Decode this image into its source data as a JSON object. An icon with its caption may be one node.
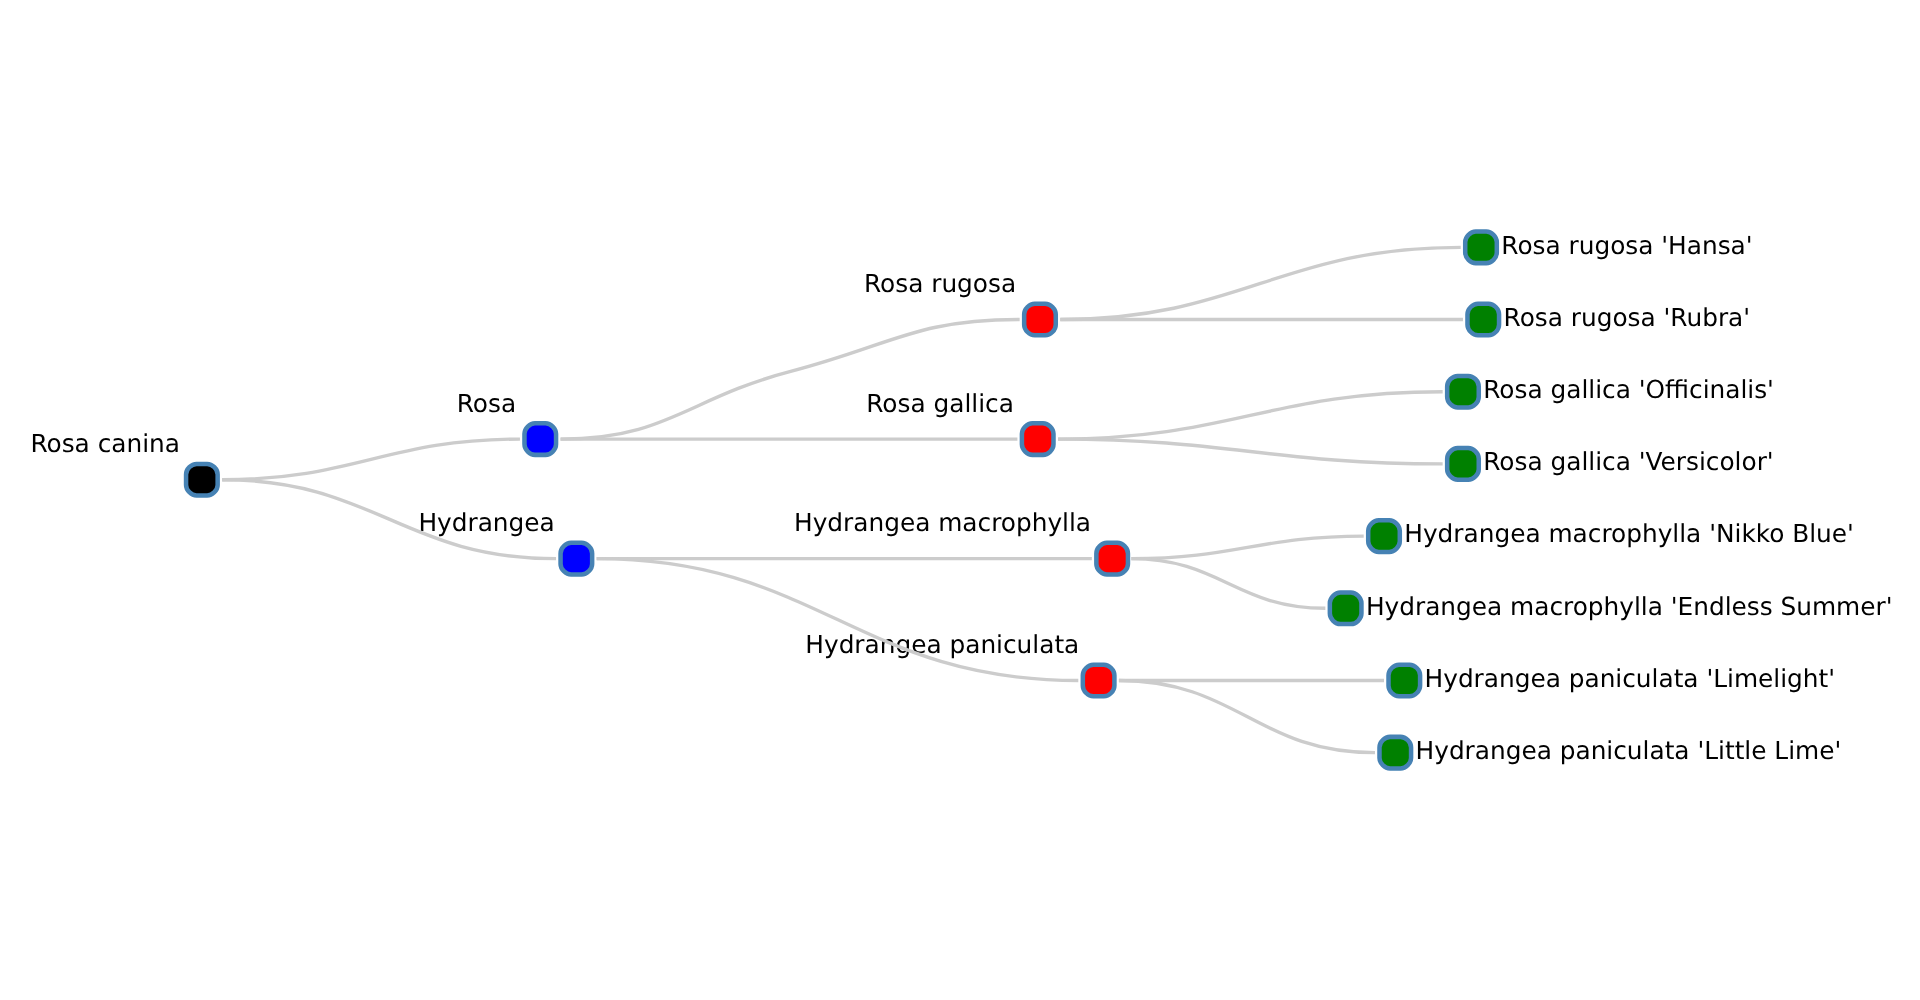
{
  "diagram": {
    "nodes": [
      {
        "text": [],
        "shape": "circle",
        "beside": [
          "Rosa canina"
        ]
      },
      {
        "text": [],
        "shape": "circle",
        "beside": [
          "Rosa"
        ]
      },
      {
        "text": [],
        "shape": "circle",
        "beside": [
          "Rosa rugosa"
        ]
      },
      {
        "text": [],
        "shape": "circle",
        "beside": [
          "Rosa rugosa 'Hansa'"
        ]
      },
      {
        "text": [],
        "shape": "circle",
        "beside": [
          "Rosa rugosa 'Rubra'"
        ]
      },
      {
        "text": [],
        "shape": "circle",
        "beside": [
          "Rosa gallica"
        ]
      },
      {
        "text": [],
        "shape": "circle",
        "beside": [
          "Rosa gallica 'Officinalis'"
        ]
      },
      {
        "text": [],
        "shape": "circle",
        "beside": [
          "Rosa gallica 'Versicolor'"
        ]
      },
      {
        "text": [],
        "shape": "circle",
        "beside": [
          "Hydrangea"
        ]
      },
      {
        "text": [],
        "shape": "circle",
        "beside": [
          "Hydrangea macrophylla"
        ]
      },
      {
        "text": [],
        "shape": "circle",
        "beside": [
          "Hydrangea macrophylla 'Nikko Blue'"
        ]
      },
      {
        "text": [],
        "shape": "circle",
        "beside": [
          "Hydrangea macrophylla 'Endless Summer'"
        ]
      },
      {
        "text": [],
        "shape": "circle",
        "beside": [
          "Hydrangea paniculata"
        ]
      },
      {
        "text": [],
        "shape": "circle",
        "beside": [
          "Hydrangea paniculata 'Limelight'"
        ]
      },
      {
        "text": [],
        "shape": "circle",
        "beside": [
          "Hydrangea paniculata 'Little Lime'"
        ]
      }
    ],
    "edges": [
      {
        "from": 0,
        "to": 1,
        "arrow": "none"
      },
      {
        "from": 1,
        "to": 2,
        "arrow": "none"
      },
      {
        "from": 2,
        "to": 3,
        "arrow": "none"
      },
      {
        "from": 2,
        "to": 4,
        "arrow": "none"
      },
      {
        "from": 1,
        "to": 5,
        "arrow": "none"
      },
      {
        "from": 5,
        "to": 6,
        "arrow": "none"
      },
      {
        "from": 5,
        "to": 7,
        "arrow": "none"
      },
      {
        "from": 0,
        "to": 8,
        "arrow": "none"
      },
      {
        "from": 8,
        "to": 9,
        "arrow": "none"
      },
      {
        "from": 9,
        "to": 10,
        "arrow": "none"
      },
      {
        "from": 9,
        "to": 11,
        "arrow": "none"
      },
      {
        "from": 8,
        "to": 12,
        "arrow": "none"
      },
      {
        "from": 12,
        "to": 13,
        "arrow": "none"
      },
      {
        "from": 12,
        "to": 14,
        "arrow": "none"
      }
    ]
  }
}
